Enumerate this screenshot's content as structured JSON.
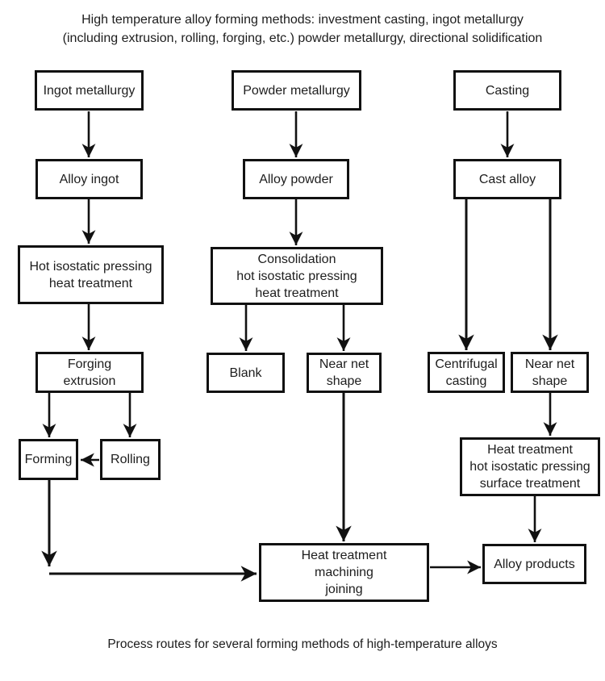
{
  "title": "High temperature alloy forming methods: investment casting, ingot metallurgy\n(including extrusion, rolling, forging, etc.) powder metallurgy, directional solidification",
  "caption": "Process routes for several forming methods of high-temperature alloys",
  "colors": {
    "background": "#ffffff",
    "line": "#111111",
    "text": "#1d1d1d"
  },
  "nodes": {
    "ingot_metallurgy": "Ingot metallurgy",
    "alloy_ingot": "Alloy ingot",
    "hip_heat_treatment": "Hot isostatic pressing\nheat treatment",
    "forging_extrusion": "Forging\nextrusion",
    "forming": "Forming",
    "rolling": "Rolling",
    "powder_metallurgy": "Powder metallurgy",
    "alloy_powder": "Alloy powder",
    "consolidation_hip_heat_treatment": "Consolidation\nhot isostatic pressing\nheat treatment",
    "blank": "Blank",
    "near_net_shape_pm": "Near net\nshape",
    "casting": "Casting",
    "cast_alloy": "Cast alloy",
    "centrifugal_casting": "Centrifugal\ncasting",
    "near_net_shape_cast": "Near net\nshape",
    "ht_hip_surface_treatment": "Heat treatment\nhot isostatic pressing\nsurface treatment",
    "heat_treatment_machining_joining": "Heat treatment\nmachining\njoining",
    "alloy_products": "Alloy products"
  },
  "edges": [
    {
      "from": "ingot_metallurgy",
      "to": "alloy_ingot"
    },
    {
      "from": "alloy_ingot",
      "to": "hip_heat_treatment"
    },
    {
      "from": "hip_heat_treatment",
      "to": "forging_extrusion"
    },
    {
      "from": "forging_extrusion",
      "to": "forming"
    },
    {
      "from": "forging_extrusion",
      "to": "rolling"
    },
    {
      "from": "rolling",
      "to": "forming"
    },
    {
      "from": "forming",
      "to": "heat_treatment_machining_joining"
    },
    {
      "from": "powder_metallurgy",
      "to": "alloy_powder"
    },
    {
      "from": "alloy_powder",
      "to": "consolidation_hip_heat_treatment"
    },
    {
      "from": "consolidation_hip_heat_treatment",
      "to": "blank"
    },
    {
      "from": "consolidation_hip_heat_treatment",
      "to": "near_net_shape_pm"
    },
    {
      "from": "near_net_shape_pm",
      "to": "heat_treatment_machining_joining"
    },
    {
      "from": "casting",
      "to": "cast_alloy"
    },
    {
      "from": "cast_alloy",
      "to": "centrifugal_casting"
    },
    {
      "from": "cast_alloy",
      "to": "near_net_shape_cast"
    },
    {
      "from": "near_net_shape_cast",
      "to": "ht_hip_surface_treatment"
    },
    {
      "from": "ht_hip_surface_treatment",
      "to": "alloy_products"
    },
    {
      "from": "heat_treatment_machining_joining",
      "to": "alloy_products"
    }
  ]
}
